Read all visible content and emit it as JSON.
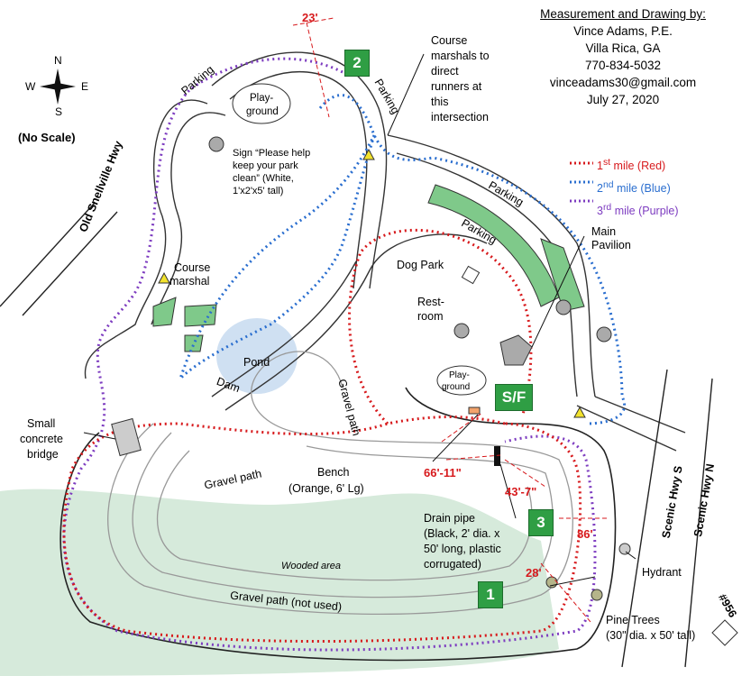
{
  "credit": {
    "heading": "Measurement and Drawing by:",
    "name": "Vince Adams, P.E.",
    "city": "Villa Rica, GA",
    "phone": "770-834-5032",
    "email": "vinceadams30@gmail.com",
    "date": "July 27, 2020"
  },
  "compass": {
    "n": "N",
    "s": "S",
    "e": "E",
    "w": "W",
    "scale_note": "(No Scale)"
  },
  "legend": [
    {
      "prefix": "1",
      "sup": "st",
      "suffix": " mile (Red)",
      "color": "#d7191c"
    },
    {
      "prefix": "2",
      "sup": "nd",
      "suffix": " mile (Blue)",
      "color": "#2a6ecf"
    },
    {
      "prefix": "3",
      "sup": "rd",
      "suffix": " mile (Purple)",
      "color": "#7d3cc0"
    }
  ],
  "markers": {
    "m1": "1",
    "m2": "2",
    "m3": "3",
    "sf": "S/F"
  },
  "dimensions": {
    "d23": "23'",
    "d66": "66'-11\"",
    "d43": "43'-7\"",
    "d86": "86'",
    "d28": "28'"
  },
  "labels": {
    "parking1": "Parking",
    "parking2": "Parking",
    "parking3": "Parking",
    "parking4": "Parking",
    "playground1a": "Play-",
    "playground1b": "ground",
    "playground2a": "Play-",
    "playground2b": "ground",
    "dog_park": "Dog Park",
    "restroom_a": "Rest-",
    "restroom_b": "room",
    "pond": "Pond",
    "dam": "Dam",
    "gravel1": "Gravel path",
    "gravel2": "Gravel path",
    "gravel3": "Gravel path (not used)",
    "wooded": "Wooded area",
    "old_hwy": "Old Snellville Hwy",
    "scenic_s": "Scenic Hwy S",
    "scenic_n": "Scenic Hwy N",
    "address": "#956",
    "course_marshal_a": "Course",
    "course_marshal_b": "marshal",
    "main_pav_a": "Main",
    "main_pav_b": "Pavilion",
    "hydrant": "Hydrant",
    "bench_a": "Bench",
    "bench_b": "(Orange, 6' Lg)",
    "bridge_a": "Small",
    "bridge_b": "concrete",
    "bridge_c": "bridge"
  },
  "notes": {
    "marshals": [
      "Course",
      "marshals to",
      "direct",
      "runners at",
      "this",
      "intersection"
    ],
    "sign": [
      "Sign “Please help",
      "keep your park",
      "clean” (White,",
      "1'x2'x5' tall)"
    ],
    "drain": [
      "Drain pipe",
      "(Black, 2' dia. x",
      "50' long, plastic",
      "corrugated)"
    ],
    "pines": [
      "Pine Trees",
      "(30\" dia. x 50' tall)"
    ]
  }
}
